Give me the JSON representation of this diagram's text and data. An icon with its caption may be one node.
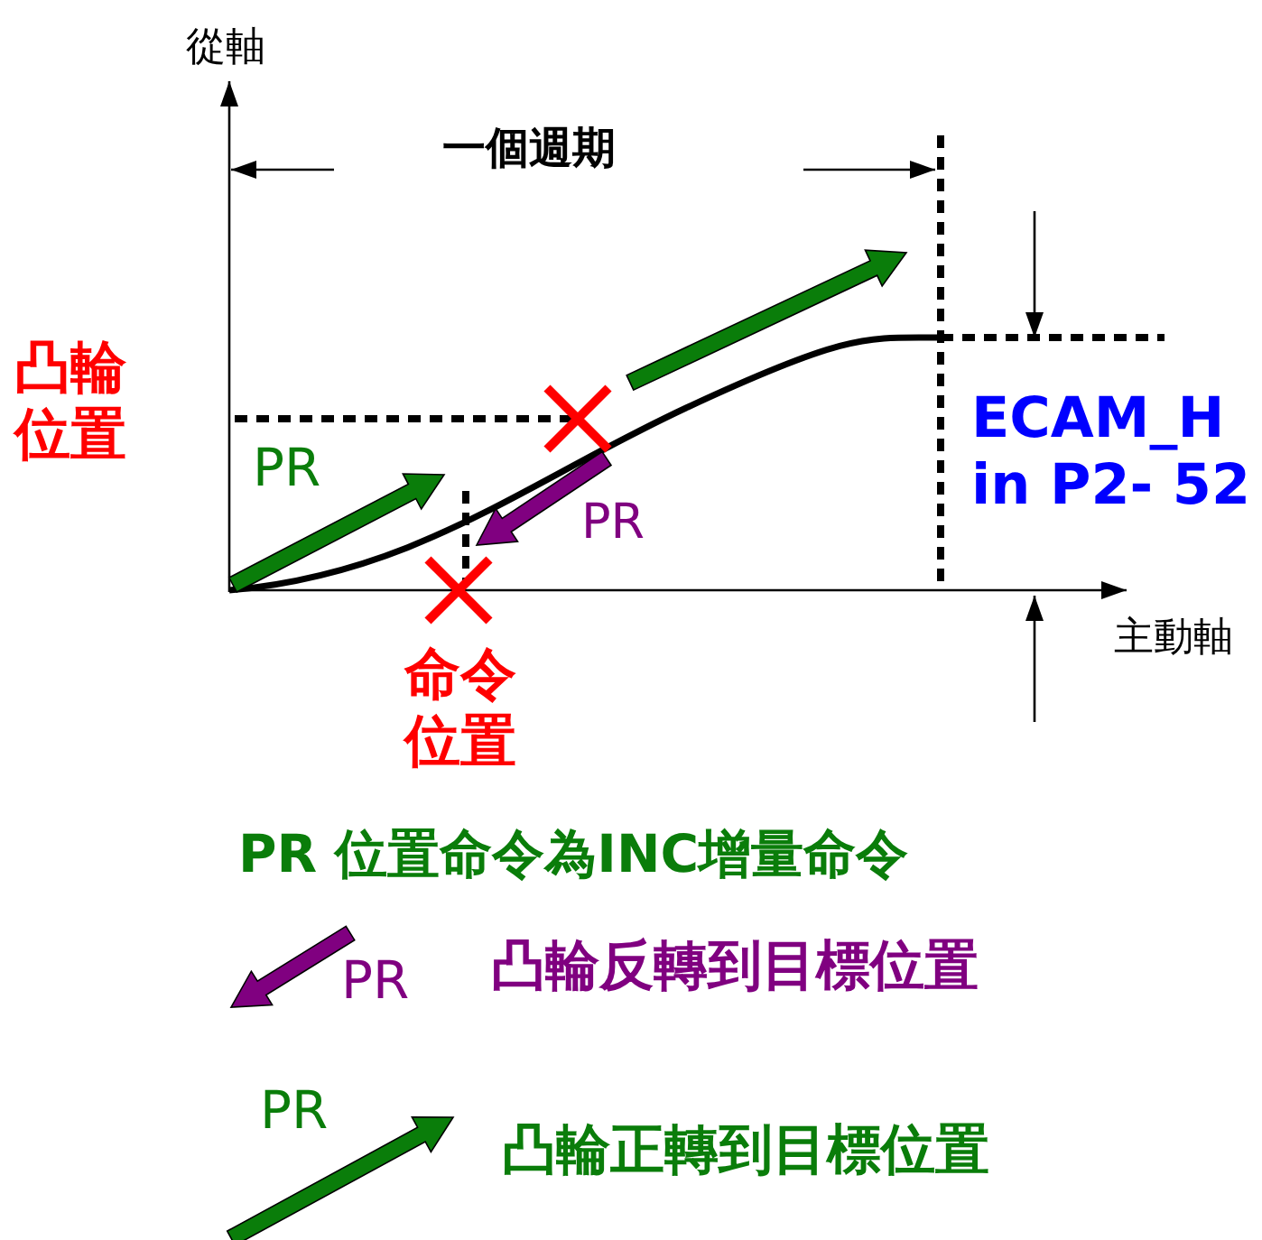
{
  "diagram": {
    "labels": [
      "從軸",
      "一個週期",
      "凸輪位置",
      "PR",
      "ECAM_H in P2- 52",
      "PR",
      "主動軸",
      "命令位置",
      "PR 位置命令為INC增量命令",
      "PR",
      "PR"
    ],
    "legend": [
      {
        "text": "凸輪反轉到目標位置"
      },
      {
        "text": "凸輪正轉到目標位置"
      }
    ]
  }
}
